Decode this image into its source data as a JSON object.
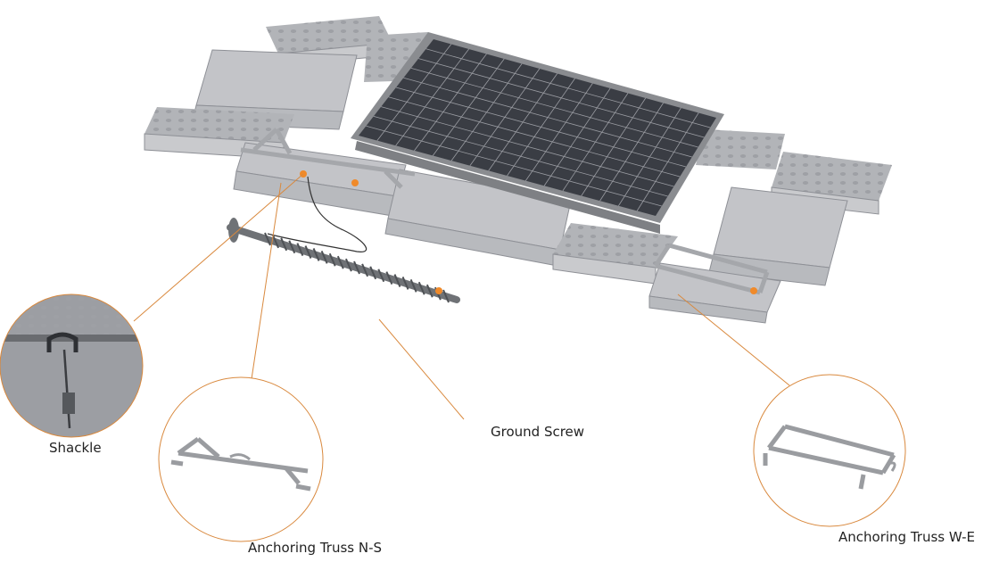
{
  "labels": {
    "shackle": "Shackle",
    "ground_screw": "Ground Screw",
    "truss_ns": "Anchoring Truss N-S",
    "truss_we": "Anchoring Truss W-E"
  },
  "colors": {
    "leader": "#d9893e",
    "marker": "#f08a2a",
    "float_body": "#c9cacd",
    "float_top": "#b2b4b8",
    "float_edge": "#8e9096",
    "panel_frame": "#8a8c90",
    "panel_cell": "#3a3d44",
    "panel_grid": "#9a9ca2",
    "truss": "#a5a7ab",
    "screw": "#6f7276"
  }
}
